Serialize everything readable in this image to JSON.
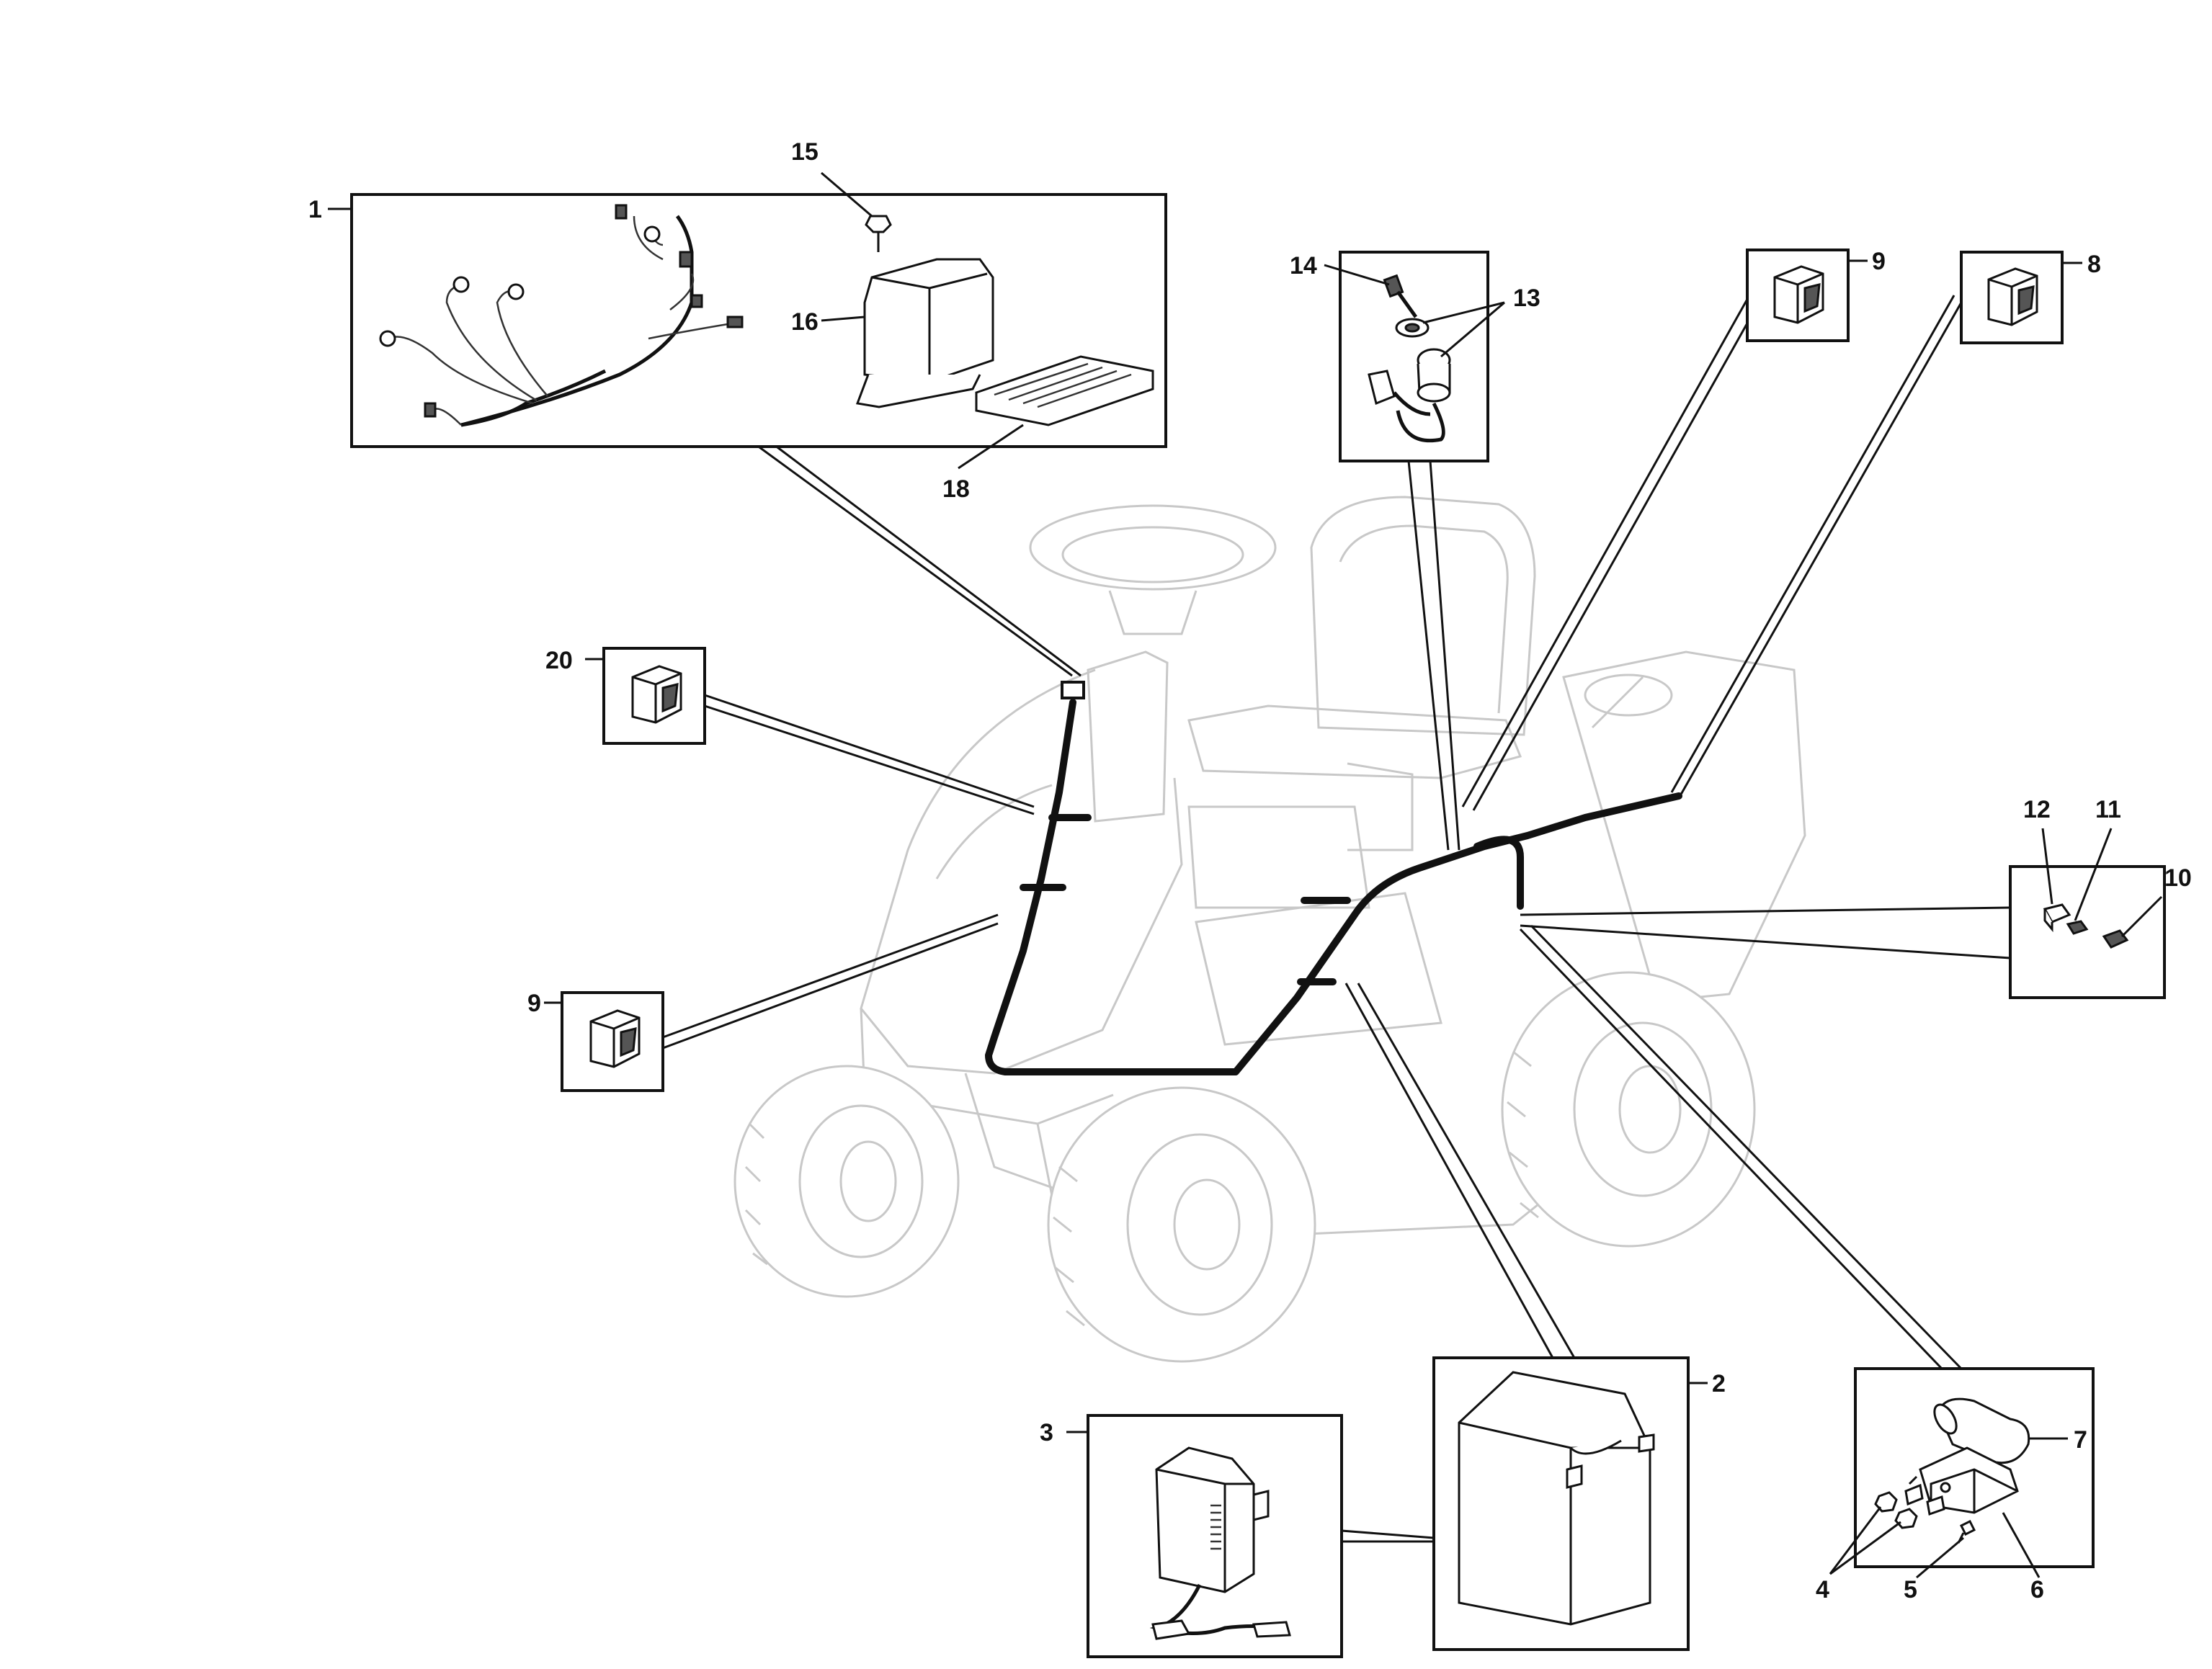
{
  "diagram": {
    "callouts": {
      "c1": "1",
      "c2": "2",
      "c3": "3",
      "c4": "4",
      "c5": "5",
      "c6": "6",
      "c7": "7",
      "c8": "8",
      "c9_top": "9",
      "c9_left": "9",
      "c10": "10",
      "c11": "11",
      "c12": "12",
      "c13": "13",
      "c14": "14",
      "c15": "15",
      "c16": "16",
      "c18": "18",
      "c20": "20"
    }
  }
}
